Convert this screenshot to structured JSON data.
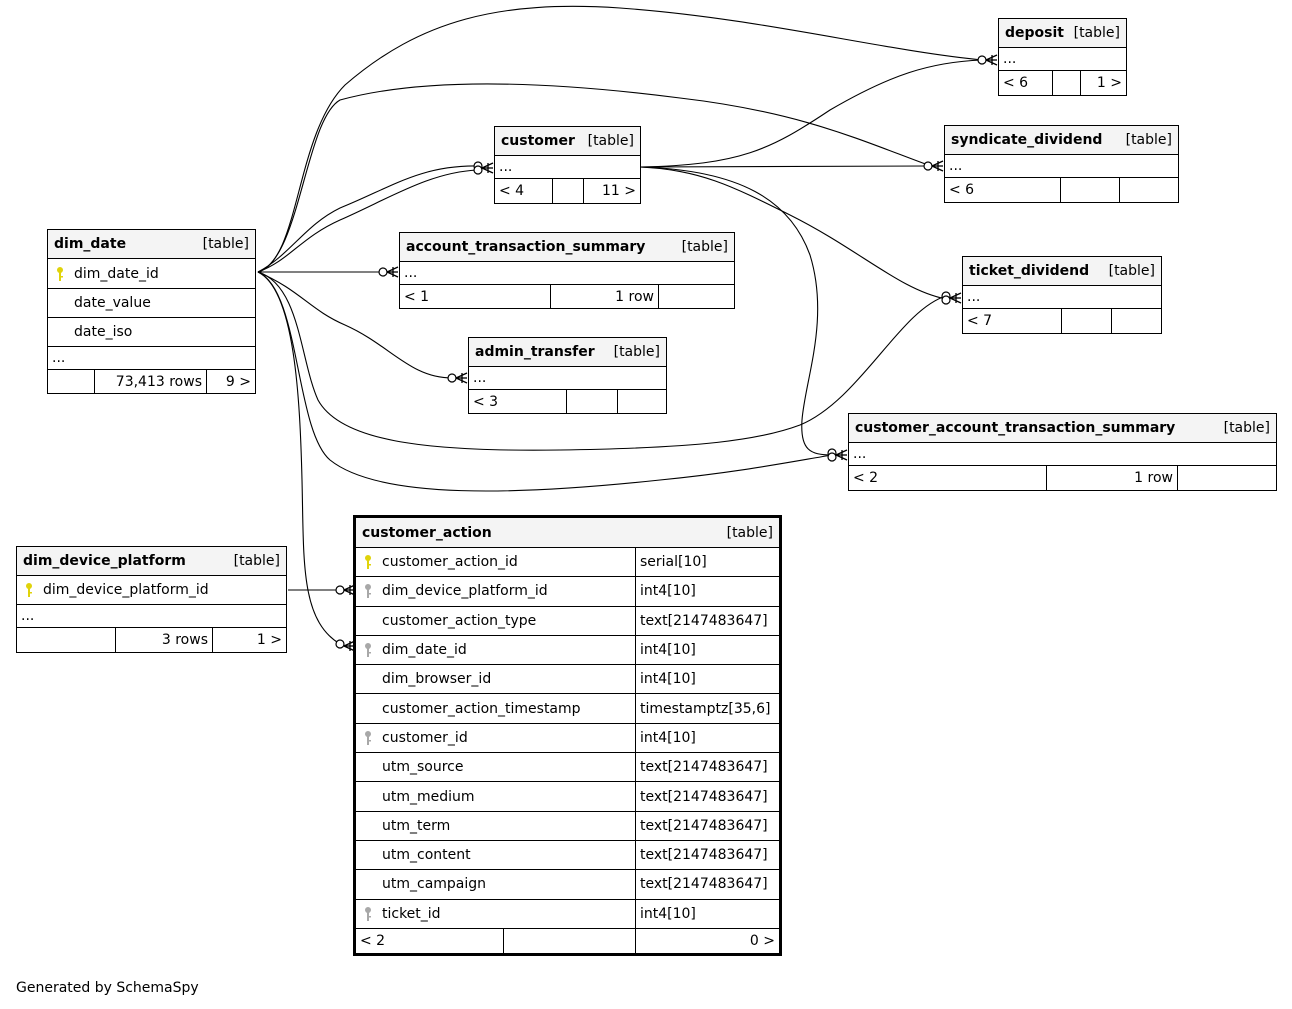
{
  "tables": {
    "dim_date": {
      "name": "dim_date",
      "kind": "[table]",
      "columns": [
        {
          "name": "dim_date_id",
          "key": "primary"
        },
        {
          "name": "date_value"
        },
        {
          "name": "date_iso"
        }
      ],
      "more": "...",
      "footer": [
        "",
        "73,413 rows",
        "9 >"
      ]
    },
    "customer": {
      "name": "customer",
      "kind": "[table]",
      "more": "...",
      "footer": [
        "< 4",
        "",
        "11 >"
      ]
    },
    "account_transaction_summary": {
      "name": "account_transaction_summary",
      "kind": "[table]",
      "more": "...",
      "footer": [
        "< 1",
        "1 row",
        ""
      ]
    },
    "admin_transfer": {
      "name": "admin_transfer",
      "kind": "[table]",
      "more": "...",
      "footer": [
        "< 3",
        "",
        ""
      ]
    },
    "deposit": {
      "name": "deposit",
      "kind": "[table]",
      "more": "...",
      "footer": [
        "< 6",
        "",
        "1 >"
      ]
    },
    "syndicate_dividend": {
      "name": "syndicate_dividend",
      "kind": "[table]",
      "more": "...",
      "footer": [
        "< 6",
        "",
        ""
      ]
    },
    "ticket_dividend": {
      "name": "ticket_dividend",
      "kind": "[table]",
      "more": "...",
      "footer": [
        "< 7",
        "",
        ""
      ]
    },
    "customer_account_transaction_summary": {
      "name": "customer_account_transaction_summary",
      "kind": "[table]",
      "more": "...",
      "footer": [
        "< 2",
        "1 row",
        ""
      ]
    },
    "dim_device_platform": {
      "name": "dim_device_platform",
      "kind": "[table]",
      "columns": [
        {
          "name": "dim_device_platform_id",
          "key": "primary"
        }
      ],
      "more": "...",
      "footer": [
        "",
        "3 rows",
        "1 >"
      ]
    },
    "customer_action": {
      "name": "customer_action",
      "kind": "[table]",
      "columns": [
        {
          "name": "customer_action_id",
          "type": "serial[10]",
          "key": "primary"
        },
        {
          "name": "dim_device_platform_id",
          "type": "int4[10]",
          "key": "foreign"
        },
        {
          "name": "customer_action_type",
          "type": "text[2147483647]"
        },
        {
          "name": "dim_date_id",
          "type": "int4[10]",
          "key": "foreign"
        },
        {
          "name": "dim_browser_id",
          "type": "int4[10]"
        },
        {
          "name": "customer_action_timestamp",
          "type": "timestamptz[35,6]"
        },
        {
          "name": "customer_id",
          "type": "int4[10]",
          "key": "foreign"
        },
        {
          "name": "utm_source",
          "type": "text[2147483647]"
        },
        {
          "name": "utm_medium",
          "type": "text[2147483647]"
        },
        {
          "name": "utm_term",
          "type": "text[2147483647]"
        },
        {
          "name": "utm_content",
          "type": "text[2147483647]"
        },
        {
          "name": "utm_campaign",
          "type": "text[2147483647]"
        },
        {
          "name": "ticket_id",
          "type": "int4[10]",
          "key": "foreign"
        }
      ],
      "footer": [
        "< 2",
        "",
        "0 >"
      ]
    }
  },
  "colors": {
    "primary_key": "#e0d30a",
    "foreign_key": "#a8a8a8",
    "header_bg": "#f4f4f4"
  },
  "footer_text": "Generated by SchemaSpy"
}
